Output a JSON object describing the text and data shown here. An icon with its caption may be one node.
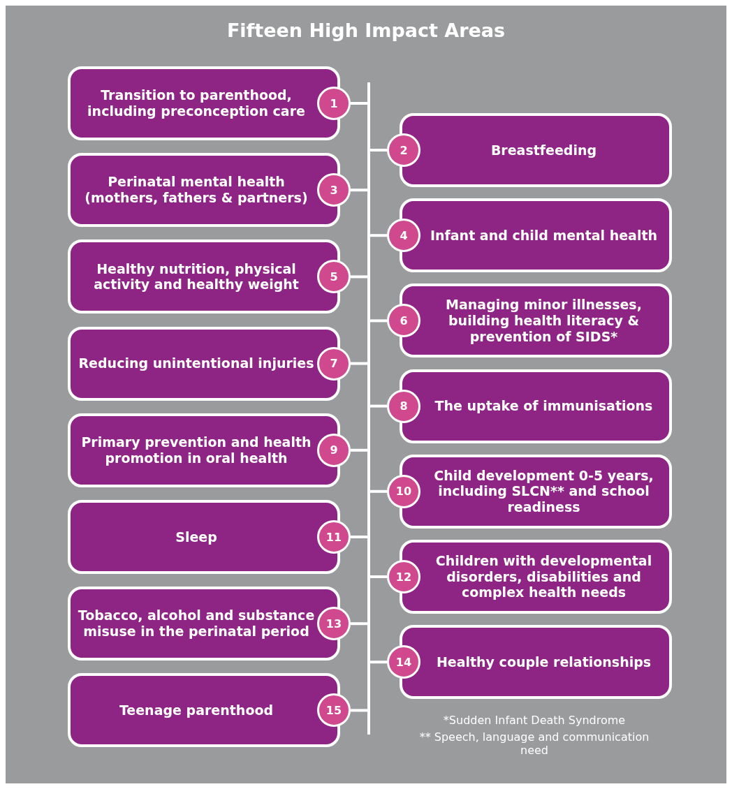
{
  "diagram": {
    "title": "Fifteen High Impact Areas",
    "nodes": [
      {
        "text": [],
        "shape": "bar"
      },
      {
        "text": [
          "Transition to parenthood, including preconception care"
        ]
      },
      {
        "text": [
          "1"
        ]
      },
      {
        "text": [
          "Breastfeeding"
        ]
      },
      {
        "text": [
          "2"
        ]
      },
      {
        "text": [
          "Perinatal mental health (mothers, fathers & partners)"
        ]
      },
      {
        "text": [
          "3"
        ]
      },
      {
        "text": [
          "Infant and child mental health"
        ]
      },
      {
        "text": [
          "4"
        ]
      },
      {
        "text": [
          "Healthy nutrition, physical activity and healthy weight"
        ]
      },
      {
        "text": [
          "5"
        ]
      },
      {
        "text": [
          "Managing minor illnesses, building health literacy & prevention of SIDS*"
        ]
      },
      {
        "text": [
          "6"
        ]
      },
      {
        "text": [
          "Reducing unintentional injuries"
        ]
      },
      {
        "text": [
          "7"
        ]
      },
      {
        "text": [
          "The uptake of immunisations"
        ]
      },
      {
        "text": [
          "8"
        ]
      },
      {
        "text": [
          "Primary prevention and health promotion in oral health"
        ]
      },
      {
        "text": [
          "9"
        ]
      },
      {
        "text": [
          "Child development 0-5 years, including SLCN** and school readiness"
        ]
      },
      {
        "text": [
          "10"
        ]
      },
      {
        "text": [
          "Sleep"
        ]
      },
      {
        "text": [
          "11"
        ]
      },
      {
        "text": [
          "Children with developmental disorders, disabilities and complex health needs"
        ]
      },
      {
        "text": [
          "12"
        ]
      },
      {
        "text": [
          "Tobacco, alcohol and substance misuse in the perinatal period"
        ]
      },
      {
        "text": [
          "13"
        ]
      },
      {
        "text": [
          "Healthy couple relationships"
        ]
      },
      {
        "text": [
          "14"
        ]
      },
      {
        "text": [
          "Teenage parenthood"
        ]
      },
      {
        "text": [
          "15"
        ]
      }
    ],
    "edges": [
      {
        "from": 0,
        "to": 2,
        "arrow": "none"
      },
      {
        "from": 0,
        "to": 4,
        "arrow": "none"
      },
      {
        "from": 0,
        "to": 6,
        "arrow": "none"
      },
      {
        "from": 0,
        "to": 8,
        "arrow": "none"
      },
      {
        "from": 0,
        "to": 10,
        "arrow": "none"
      },
      {
        "from": 0,
        "to": 12,
        "arrow": "none"
      },
      {
        "from": 0,
        "to": 14,
        "arrow": "none"
      },
      {
        "from": 0,
        "to": 16,
        "arrow": "none"
      },
      {
        "from": 0,
        "to": 18,
        "arrow": "none"
      },
      {
        "from": 0,
        "to": 20,
        "arrow": "none"
      },
      {
        "from": 0,
        "to": 22,
        "arrow": "none"
      },
      {
        "from": 0,
        "to": 24,
        "arrow": "none"
      },
      {
        "from": 0,
        "to": 26,
        "arrow": "none"
      },
      {
        "from": 0,
        "to": 28,
        "arrow": "none"
      },
      {
        "from": 0,
        "to": 30,
        "arrow": "none"
      }
    ],
    "labels": [
      "*Sudden Infant Death Syndrome",
      "** Speech, language and communication need"
    ]
  }
}
